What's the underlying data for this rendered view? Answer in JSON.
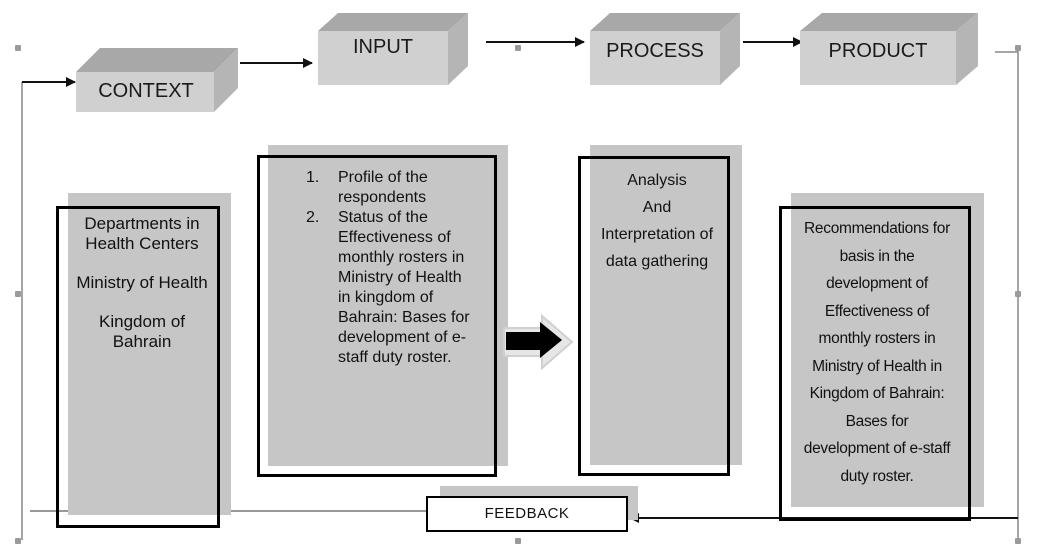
{
  "stages": {
    "context": "CONTEXT",
    "input": "INPUT",
    "process": "PROCESS",
    "product": "PRODUCT"
  },
  "context_box": {
    "line1": "Departments in",
    "line2": "Health Centers",
    "line3": "Ministry of Health",
    "line4": "Kingdom of",
    "line5": "Bahrain"
  },
  "input_box": {
    "items": [
      {
        "num": "1.",
        "lines": [
          "Profile of the",
          "respondents"
        ]
      },
      {
        "num": "2.",
        "lines": [
          "Status of the",
          "Effectiveness of",
          "monthly rosters in",
          "Ministry of Health",
          "in kingdom of",
          "Bahrain: Bases for",
          "development of e-",
          "staff duty roster."
        ]
      }
    ]
  },
  "process_box": {
    "lines": [
      "Analysis",
      "And",
      "Interpretation of",
      "data gathering"
    ]
  },
  "product_box": {
    "lines": [
      "Recommendations for",
      "basis in the",
      "development of",
      "Effectiveness of",
      "monthly rosters in",
      "Ministry of Health in",
      "Kingdom of Bahrain:",
      "Bases for",
      "development of e-staff",
      "duty roster."
    ]
  },
  "feedback": "FEEDBACK",
  "colors": {
    "block_top": "#a8a8a8",
    "block_front": "#cfcfcf",
    "block_side": "#b7b7b7",
    "panel": "#c6c6c6"
  }
}
